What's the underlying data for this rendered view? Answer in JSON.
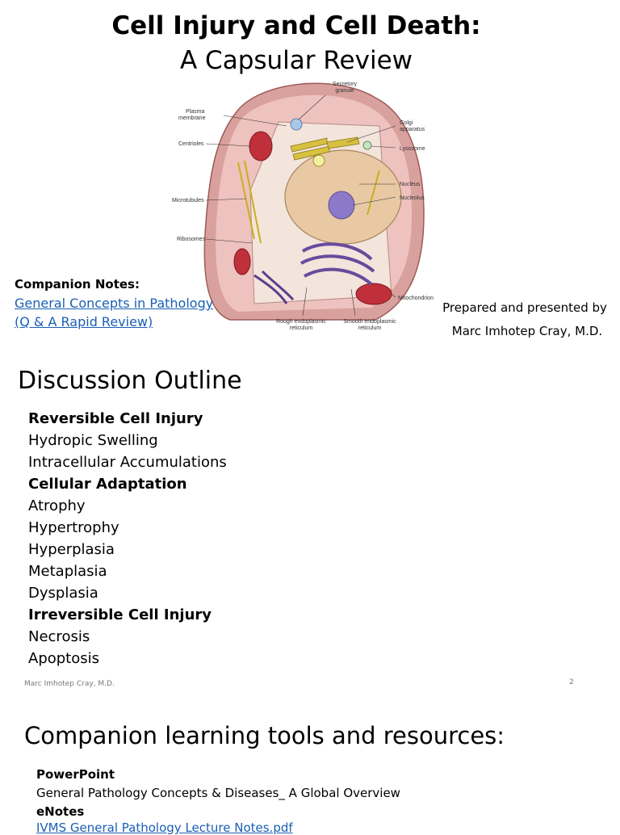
{
  "slide1": {
    "title_bold": "Cell Injury and Cell Death:",
    "title_sub": "A Capsular Review",
    "figure_labels": {
      "secretory_granule": [
        "Secretory",
        "granule"
      ],
      "plasma_membrane": [
        "Plasma",
        "membrane"
      ],
      "golgi": [
        "Golgi",
        "apparatus"
      ],
      "centrioles": "Centrioles",
      "lysosome": "Lysosome",
      "nucleus": "Nucleus",
      "nucleolus": "Nucleolus",
      "microtubules": "Microtubules",
      "ribosomes": "Ribosomes",
      "mitochondrion": "Mitochondrion",
      "rough_er": [
        "Rough endoplasmic",
        "reticulum"
      ],
      "smooth_er": [
        "Smooth endoplasmic",
        "reticulum"
      ]
    },
    "companion_heading": "Companion Notes:",
    "companion_link_1": "General Concepts in Pathology",
    "companion_link_2": "(Q & A Rapid Review)",
    "presenter_1": "Prepared and presented by",
    "presenter_2": "Marc Imhotep Cray, M.D."
  },
  "slide2": {
    "title": "Discussion Outline",
    "items": [
      {
        "text": "Reversible Cell Injury",
        "bold": true
      },
      {
        "text": "Hydropic Swelling",
        "bold": false
      },
      {
        "text": "Intracellular Accumulations",
        "bold": false
      },
      {
        "text": "Cellular Adaptation",
        "bold": true
      },
      {
        "text": "Atrophy",
        "bold": false
      },
      {
        "text": "Hypertrophy",
        "bold": false
      },
      {
        "text": "Hyperplasia",
        "bold": false
      },
      {
        "text": "Metaplasia",
        "bold": false
      },
      {
        "text": "Dysplasia",
        "bold": false
      },
      {
        "text": "Irreversible Cell Injury",
        "bold": true
      },
      {
        "text": "Necrosis",
        "bold": false
      },
      {
        "text": "Apoptosis",
        "bold": false
      }
    ],
    "footer": "Marc Imhotep Cray, M.D.",
    "page": "2"
  },
  "slide3": {
    "title": "Companion learning tools and resources:",
    "powerpoint_head": "PowerPoint",
    "powerpoint_item": "General Pathology Concepts & Diseases_ A Global Overview",
    "enotes_head": "eNotes",
    "enotes_link": "IVMS General Pathology Lecture Notes.pdf"
  },
  "colors": {
    "link": "#1a5fb4",
    "cytoplasm": "#e8b4b0",
    "nucleus": "#e8c9a4",
    "er_purple": "#6a4a9c",
    "golgi": "#d8c040",
    "mitochondria": "#c0303a"
  }
}
